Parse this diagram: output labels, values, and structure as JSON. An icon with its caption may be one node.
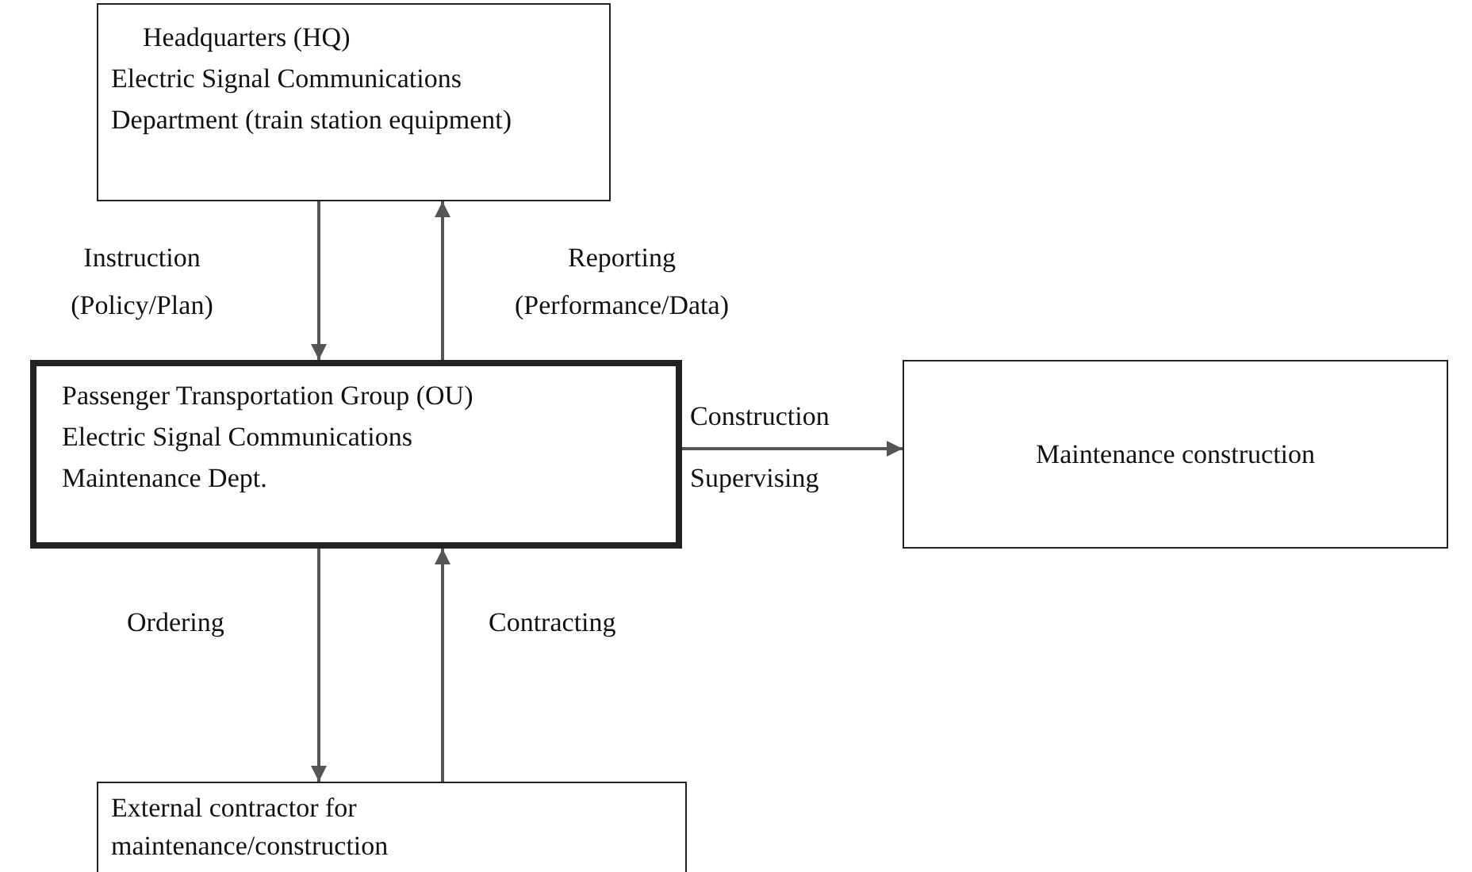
{
  "diagram": {
    "nodes": [
      {
        "text": [
          "Headquarters (HQ)",
          "Electric Signal Communications Department (train station equipment)"
        ]
      },
      {
        "text": [
          "Passenger Transportation Group (OU)",
          "Electric Signal Communications Maintenance Dept."
        ]
      },
      {
        "text": [
          "Maintenance construction"
        ]
      },
      {
        "text": [
          "External contractor for maintenance/construction"
        ]
      }
    ],
    "edges": [
      {
        "from": 0,
        "to": 1,
        "arrow": "to",
        "label": "Instruction (Policy/Plan)"
      },
      {
        "from": 1,
        "to": 0,
        "arrow": "to",
        "label": "Reporting (Performance/Data)"
      },
      {
        "from": 1,
        "to": 2,
        "arrow": "to",
        "label": "Construction"
      },
      {
        "from": 1,
        "to": 3,
        "arrow": "to",
        "label": "Ordering"
      },
      {
        "from": 3,
        "to": 1,
        "arrow": "to",
        "label": "Contracting"
      }
    ],
    "labels": [
      "Supervising"
    ]
  }
}
